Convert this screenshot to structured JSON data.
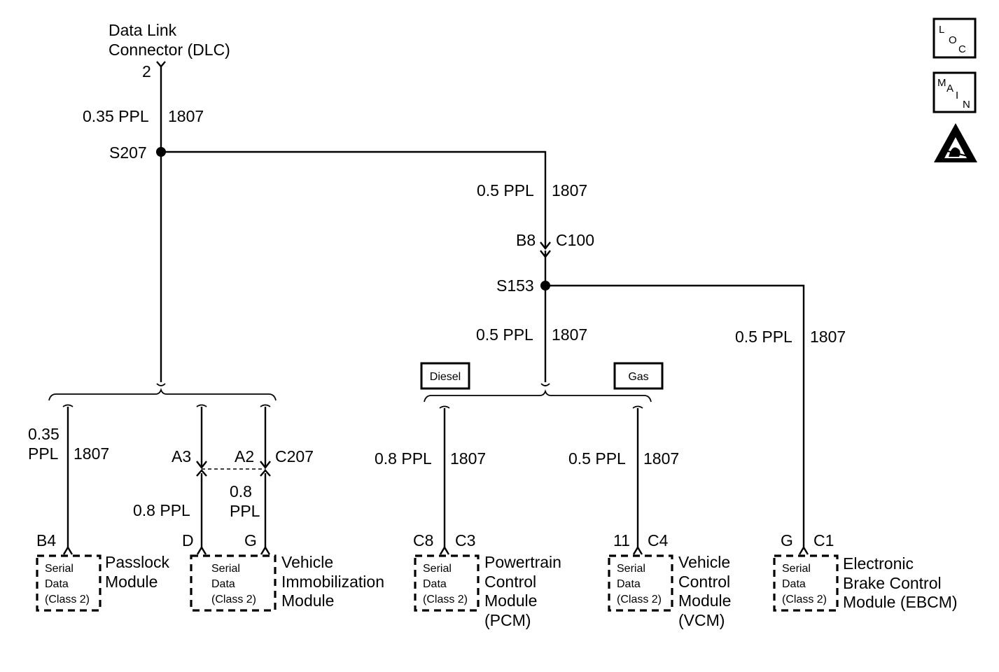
{
  "dlc": {
    "line1": "Data Link",
    "line2": "Connector (DLC)",
    "pin": "2"
  },
  "wire_top": {
    "gauge": "0.35 PPL",
    "circuit": "1807"
  },
  "splice_s207": "S207",
  "wire_s207_c100": {
    "gauge": "0.5 PPL",
    "circuit": "1807"
  },
  "c100": {
    "pin": "B8",
    "name": "C100"
  },
  "splice_s153": "S153",
  "wire_s153_down": {
    "gauge": "0.5 PPL",
    "circuit": "1807"
  },
  "wire_ebcm": {
    "gauge": "0.5 PPL",
    "circuit": "1807"
  },
  "tags": {
    "diesel": "Diesel",
    "gas": "Gas"
  },
  "wire_passlock": {
    "gauge_line1": "0.35",
    "gauge_line2": "PPL",
    "circuit": "1807"
  },
  "c207": {
    "pin_a3": "A3",
    "pin_a2": "A2",
    "name": "C207"
  },
  "wire_immob_d": {
    "gauge": "0.8 PPL"
  },
  "wire_immob_g": {
    "gauge_line1": "0.8",
    "gauge_line2": "PPL"
  },
  "wire_pcm": {
    "gauge": "0.8 PPL",
    "circuit": "1807"
  },
  "wire_vcm": {
    "gauge": "0.5 PPL",
    "circuit": "1807"
  },
  "serial_box": {
    "line1": "Serial",
    "line2": "Data",
    "line3": "(Class 2)"
  },
  "modules": {
    "passlock": {
      "pin": "B4",
      "name_line1": "Passlock",
      "name_line2": "Module"
    },
    "immob": {
      "pin_d": "D",
      "pin_g": "G",
      "name_line1": "Vehicle",
      "name_line2": "Immobilization",
      "name_line3": "Module"
    },
    "pcm": {
      "pin": "C8",
      "connector": "C3",
      "name_line1": "Powertrain",
      "name_line2": "Control",
      "name_line3": "Module",
      "name_line4": "(PCM)"
    },
    "vcm": {
      "pin": "11",
      "connector": "C4",
      "name_line1": "Vehicle",
      "name_line2": "Control",
      "name_line3": "Module",
      "name_line4": "(VCM)"
    },
    "ebcm": {
      "pin": "G",
      "connector": "C1",
      "name_line1": "Electronic",
      "name_line2": "Brake Control",
      "name_line3": "Module (EBCM)"
    }
  },
  "icons": {
    "loc": {
      "l": "L",
      "o": "O",
      "c": "C"
    },
    "main": {
      "m": "M",
      "a": "A",
      "i": "I",
      "n": "N"
    },
    "esd": "esd-warning-icon"
  }
}
